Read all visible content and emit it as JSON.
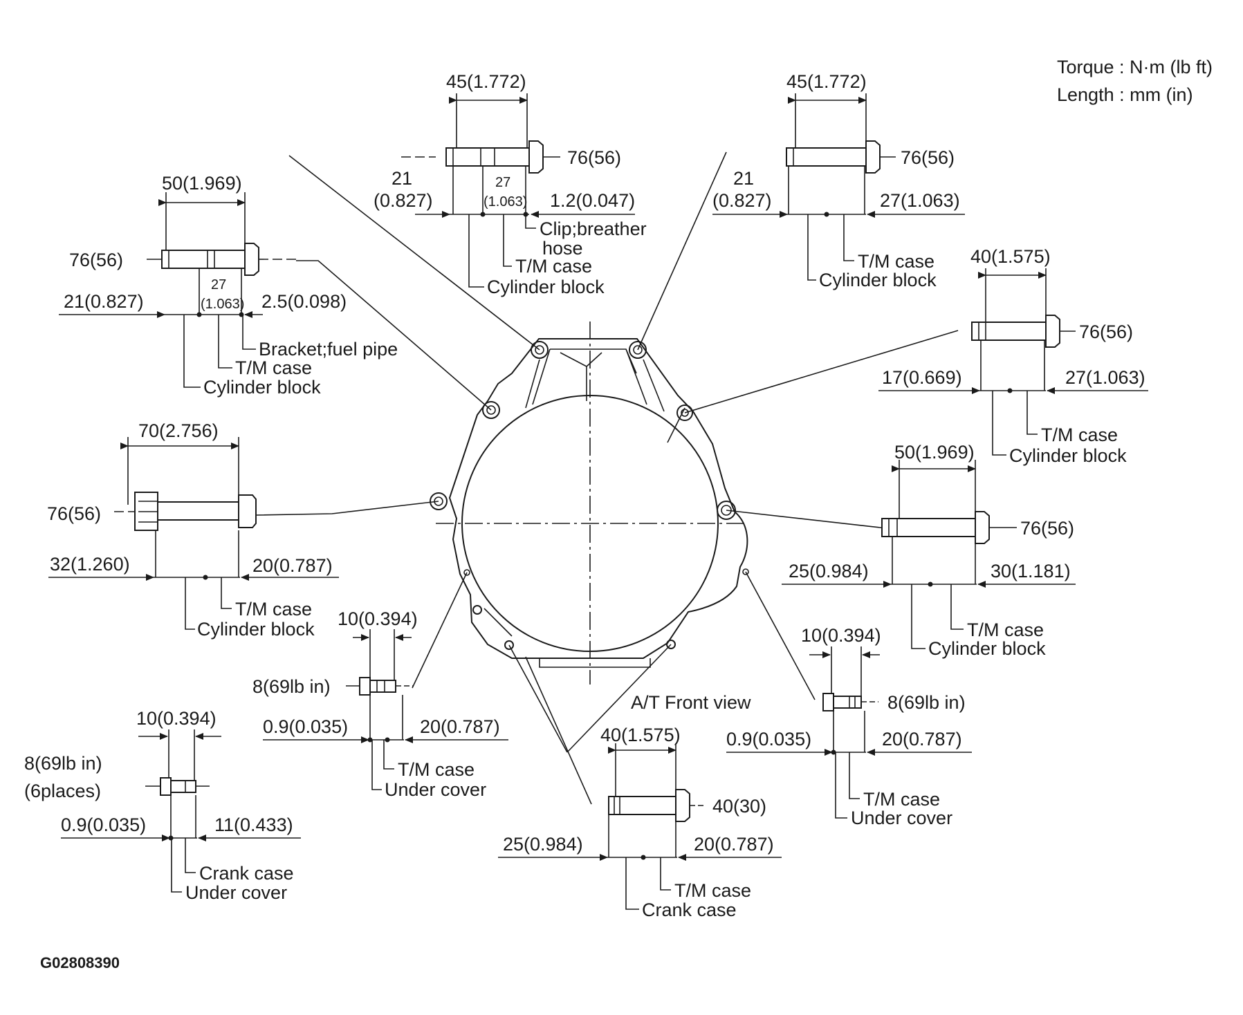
{
  "legend": {
    "torque": "Torque : N·m (lb ft)",
    "length": "Length : mm (in)"
  },
  "figure_code": "G02808390",
  "caption": "A/T Front view",
  "bolts": {
    "top_center": {
      "length": "45(1.772)",
      "torque": "76(56)",
      "left_top": "21",
      "left_bottom": "(0.827)",
      "mid_top": "27",
      "mid_bottom": "(1.063)",
      "right": "1.2(0.047)",
      "lbl1_a": "Clip;breather",
      "lbl1_b": "hose",
      "lbl2": "T/M case",
      "lbl3": "Cylinder block"
    },
    "top_right": {
      "length": "45(1.772)",
      "torque": "76(56)",
      "left_top": "21",
      "left_bottom": "(0.827)",
      "right": "27(1.063)",
      "lbl1": "T/M case",
      "lbl2": "Cylinder block"
    },
    "upper_left": {
      "length": "50(1.969)",
      "torque": "76(56)",
      "left": "21(0.827)",
      "mid_top": "27",
      "mid_bottom": "(1.063)",
      "right": "2.5(0.098)",
      "lbl1": "Bracket;fuel pipe",
      "lbl2": "T/M case",
      "lbl3": "Cylinder block"
    },
    "right_upper": {
      "length": "40(1.575)",
      "torque": "76(56)",
      "left": "17(0.669)",
      "right": "27(1.063)",
      "lbl1": "T/M case",
      "lbl2": "Cylinder block"
    },
    "left_mid": {
      "length": "70(2.756)",
      "torque": "76(56)",
      "left": "32(1.260)",
      "right": "20(0.787)",
      "lbl1": "T/M case",
      "lbl2": "Cylinder block"
    },
    "right_mid": {
      "length": "50(1.969)",
      "torque": "76(56)",
      "left": "25(0.984)",
      "right": "30(1.181)",
      "lbl1": "T/M case",
      "lbl2": "Cylinder block"
    },
    "small_center_left": {
      "length": "10(0.394)",
      "torque": "8(69lb in)",
      "left": "0.9(0.035)",
      "right": "20(0.787)",
      "lbl1": "T/M case",
      "lbl2": "Under cover"
    },
    "small_right": {
      "length": "10(0.394)",
      "torque": "8(69lb in)",
      "left": "0.9(0.035)",
      "right": "20(0.787)",
      "lbl1": "T/M case",
      "lbl2": "Under cover"
    },
    "small_far_left": {
      "length": "10(0.394)",
      "torque": "8(69lb in)",
      "places": "(6places)",
      "left": "0.9(0.035)",
      "right": "11(0.433)",
      "lbl1": "Crank case",
      "lbl2": "Under cover"
    },
    "bottom_center": {
      "length": "40(1.575)",
      "torque": "40(30)",
      "left": "25(0.984)",
      "right": "20(0.787)",
      "lbl1": "T/M case",
      "lbl2": "Crank case"
    }
  }
}
